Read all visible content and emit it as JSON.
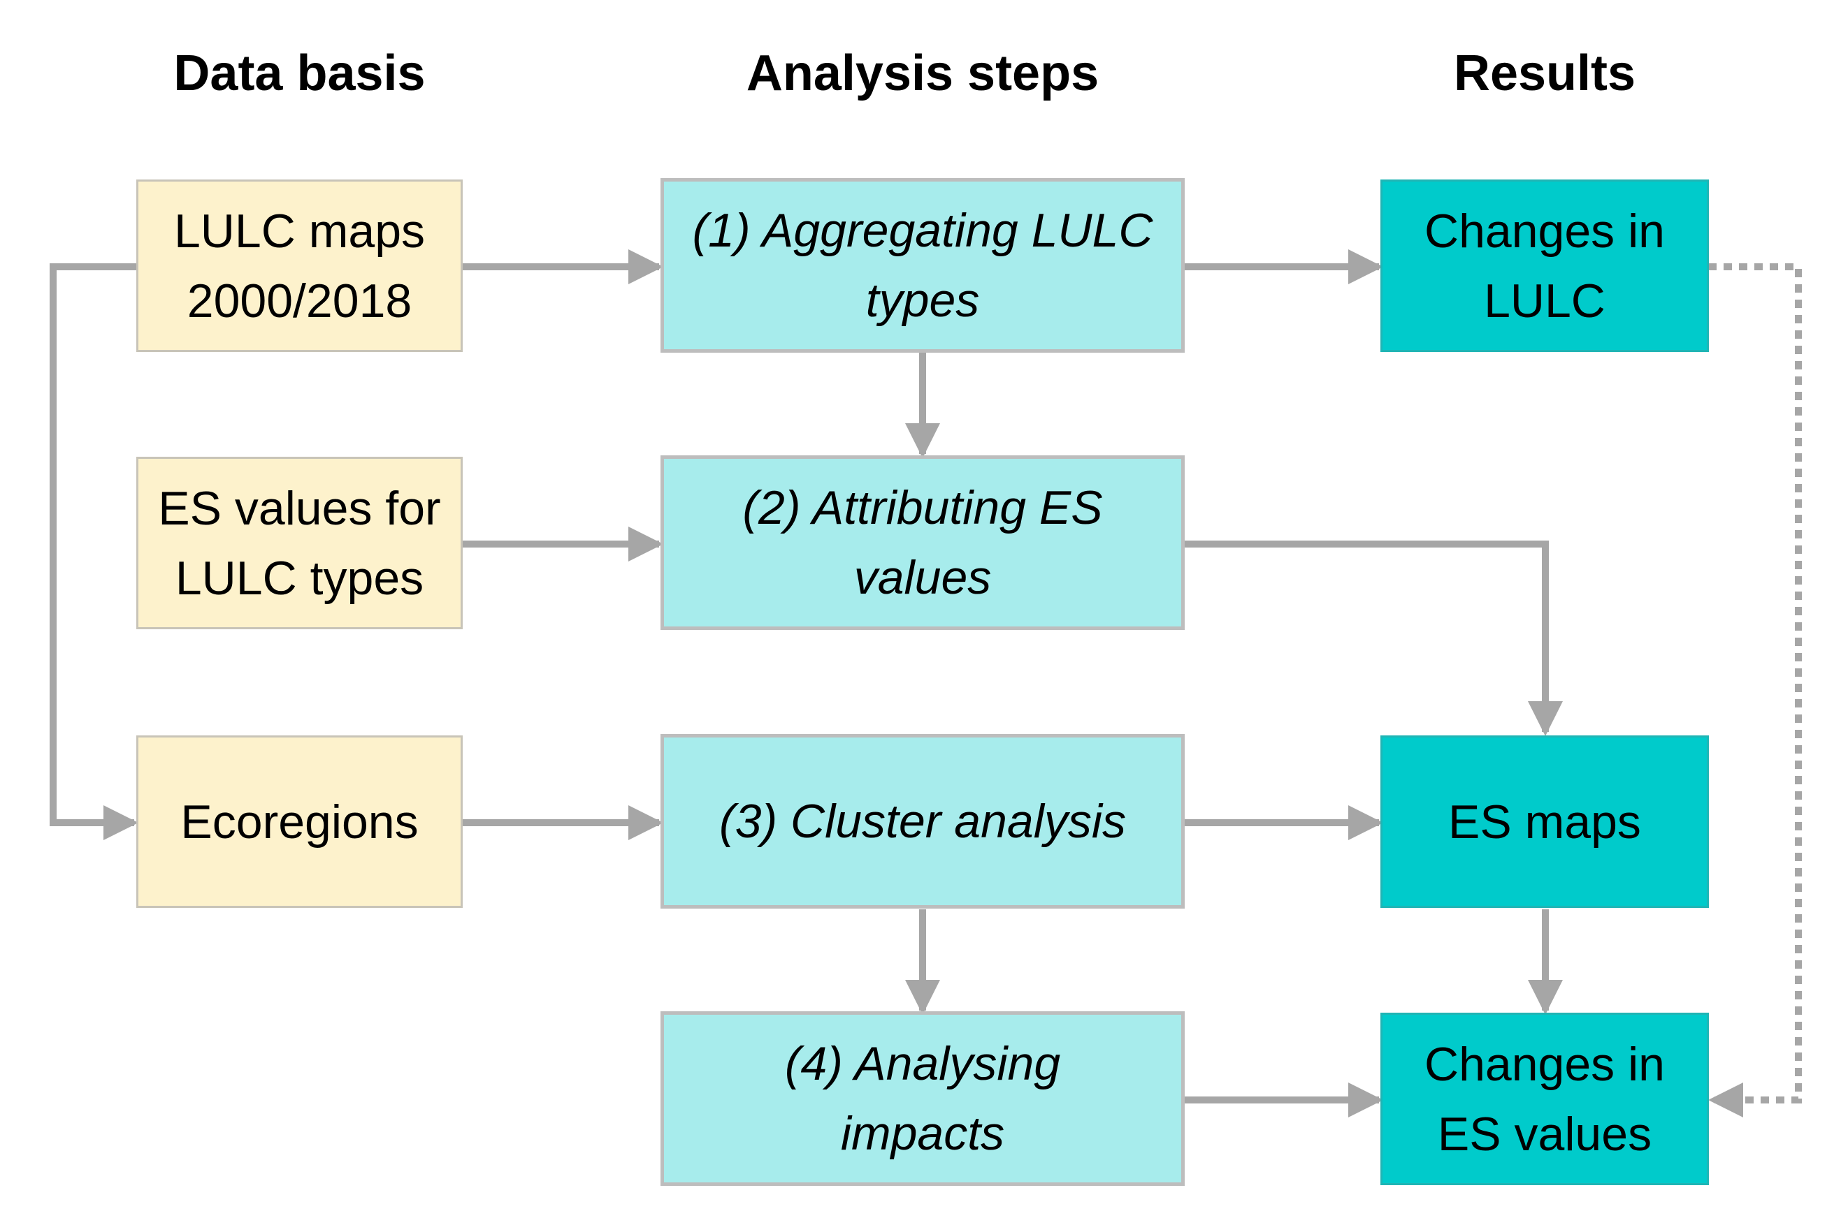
{
  "headers": {
    "data_basis": "Data basis",
    "analysis_steps": "Analysis steps",
    "results": "Results"
  },
  "data_basis": {
    "lulc_maps": "LULC maps 2000/2018",
    "es_values": "ES values for LULC types",
    "ecoregions": "Ecoregions"
  },
  "analysis_steps": {
    "step1": "(1) Aggregating LULC types",
    "step2": "(2) Attributing ES values",
    "step3": "(3) Cluster analysis",
    "step4": "(4) Analysing impacts"
  },
  "results": {
    "changes_lulc": "Changes in LULC",
    "es_maps": "ES maps",
    "changes_es": "Changes in ES values"
  },
  "colors": {
    "data_fill": "#fdf2cc",
    "step_fill": "#a7ecec",
    "result_fill": "#00cbcb",
    "arrow": "#a6a6a6"
  }
}
